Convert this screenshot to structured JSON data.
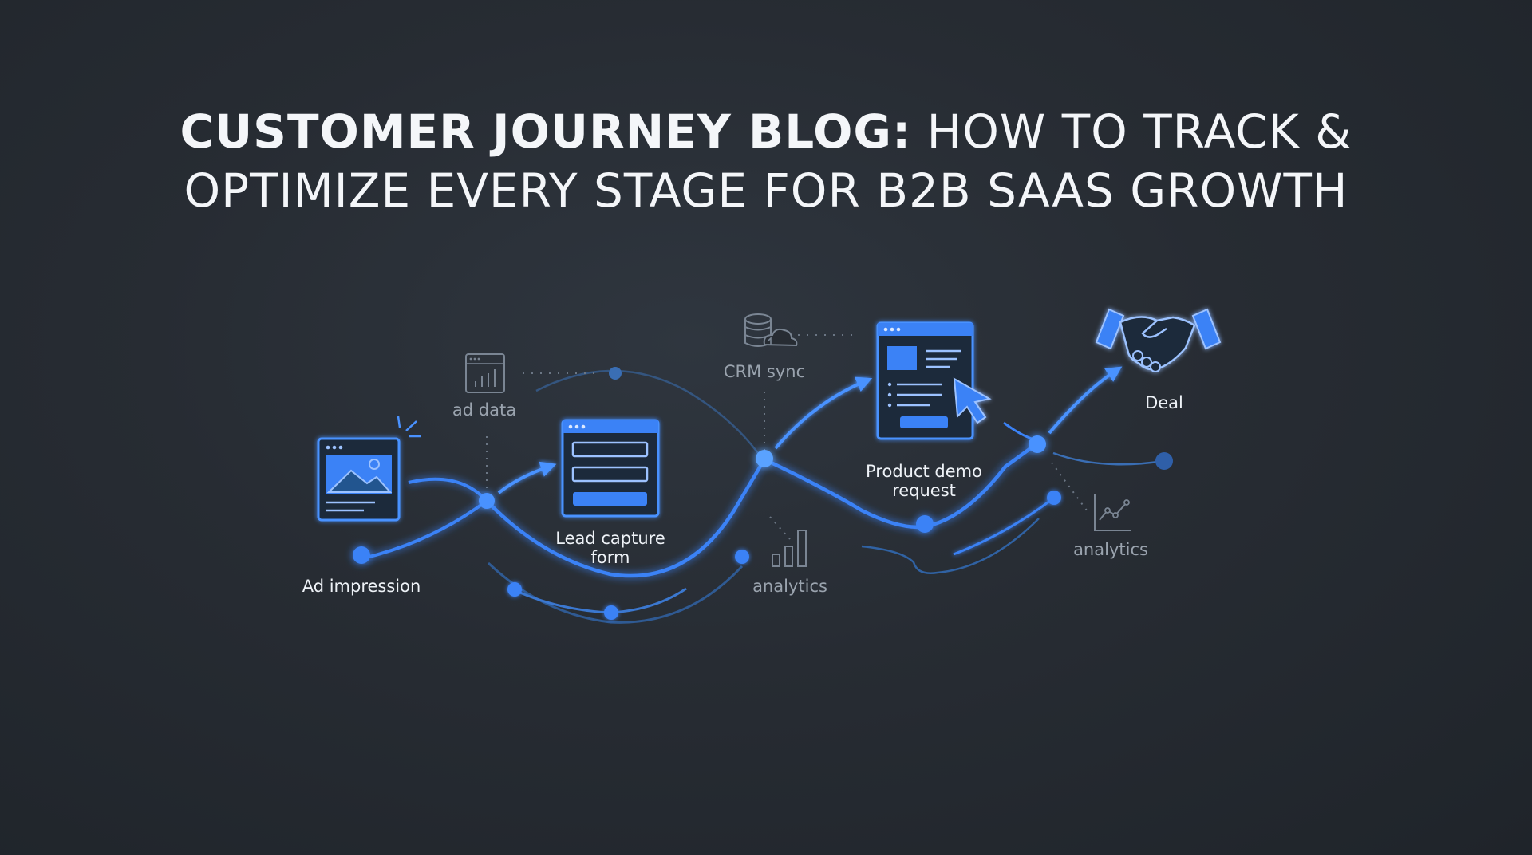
{
  "title": {
    "line1_bold": "CUSTOMER JOURNEY BLOG:",
    "line1_light": " HOW TO TRACK &",
    "line2": "OPTIMIZE EVERY STAGE FOR B2B SAAS GROWTH"
  },
  "stages": {
    "ad_impression": "Ad impression",
    "lead_capture_1": "Lead capture",
    "lead_capture_2": "form",
    "product_demo_1": "Product demo",
    "product_demo_2": "request",
    "deal": "Deal"
  },
  "side_labels": {
    "ad_data": "ad data",
    "crm_sync": "CRM sync",
    "analytics_mid": "analytics",
    "analytics_right": "analytics"
  },
  "colors": {
    "accent": "#3b82f6",
    "accent_light": "#5aa2ff",
    "background": "#272c33",
    "title": "#f4f6f9",
    "muted": "#9aa3ae"
  },
  "icons": {
    "ad_impression": "image-window-icon",
    "ad_data": "bar-chart-window-icon",
    "lead_capture": "form-window-icon",
    "crm_sync": "database-cloud-icon",
    "product_demo": "page-cursor-icon",
    "deal": "handshake-icon",
    "analytics_mid": "bar-chart-icon",
    "analytics_right": "line-chart-icon"
  }
}
